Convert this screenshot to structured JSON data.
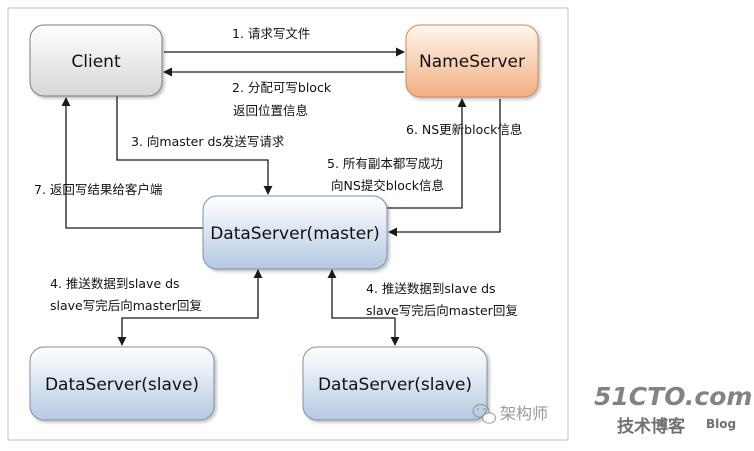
{
  "nodes": {
    "client": "Client",
    "nameserver": "NameServer",
    "ds_master": "DataServer(master)",
    "ds_slave_left": "DataServer(slave)",
    "ds_slave_right": "DataServer(slave)"
  },
  "edges": {
    "e1": "1. 请求写文件",
    "e2_line1": "2. 分配可写block",
    "e2_line2": "返回位置信息",
    "e3": "3. 向master ds发送写请求",
    "e5_line1": "5. 所有副本都写成功",
    "e5_line2": "向NS提交block信息",
    "e6": "6. NS更新block信息",
    "e7": "7. 返回写结果给客户端",
    "e4l_line1": "4. 推送数据到slave ds",
    "e4l_line2": "slave写完后向master回复",
    "e4r_line1": "4. 推送数据到slave ds",
    "e4r_line2": "slave写完后向master回复"
  },
  "watermark": {
    "wechat": "架构师",
    "site_logo": "51CTO.com",
    "site_sub": "技术博客",
    "site_blog": "Blog"
  },
  "colors": {
    "client_top": "#ffffff",
    "client_bottom": "#d9d9d9",
    "nameserver_top": "#fff3e6",
    "nameserver_bottom": "#f2b489",
    "dataserver_top": "#ffffff",
    "dataserver_bottom": "#b8cce4",
    "line": "#1a1a1a"
  }
}
